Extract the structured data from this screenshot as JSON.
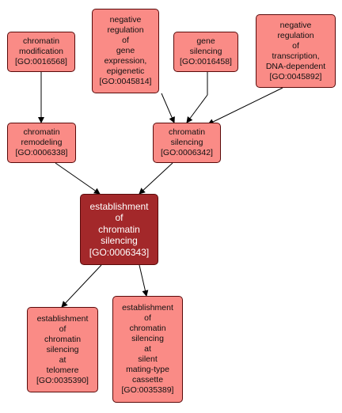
{
  "colors": {
    "node_fill": "#fa8b86",
    "focus_fill": "#a3282a",
    "node_border": "#5a0a0a",
    "edge": "#000000"
  },
  "nodes": [
    {
      "id": "n1",
      "lines": [
        "chromatin",
        "modification",
        "[GO:0016568]"
      ]
    },
    {
      "id": "n2",
      "lines": [
        "negative",
        "regulation",
        "of",
        "gene",
        "expression,",
        "epigenetic",
        "[GO:0045814]"
      ]
    },
    {
      "id": "n3",
      "lines": [
        "gene",
        "silencing",
        "[GO:0016458]"
      ]
    },
    {
      "id": "n4",
      "lines": [
        "negative",
        "regulation",
        "of",
        "transcription,",
        "DNA-dependent",
        "[GO:0045892]"
      ]
    },
    {
      "id": "n5",
      "lines": [
        "chromatin",
        "remodeling",
        "[GO:0006338]"
      ]
    },
    {
      "id": "n6",
      "lines": [
        "chromatin",
        "silencing",
        "[GO:0006342]"
      ]
    },
    {
      "id": "n7",
      "lines": [
        "establishment",
        "of",
        "chromatin",
        "silencing",
        "[GO:0006343]"
      ]
    },
    {
      "id": "n8",
      "lines": [
        "establishment",
        "of",
        "chromatin",
        "silencing",
        "at",
        "telomere",
        "[GO:0035390]"
      ]
    },
    {
      "id": "n9",
      "lines": [
        "establishment",
        "of",
        "chromatin",
        "silencing",
        "at",
        "silent",
        "mating-type",
        "cassette",
        "[GO:0035389]"
      ]
    }
  ]
}
